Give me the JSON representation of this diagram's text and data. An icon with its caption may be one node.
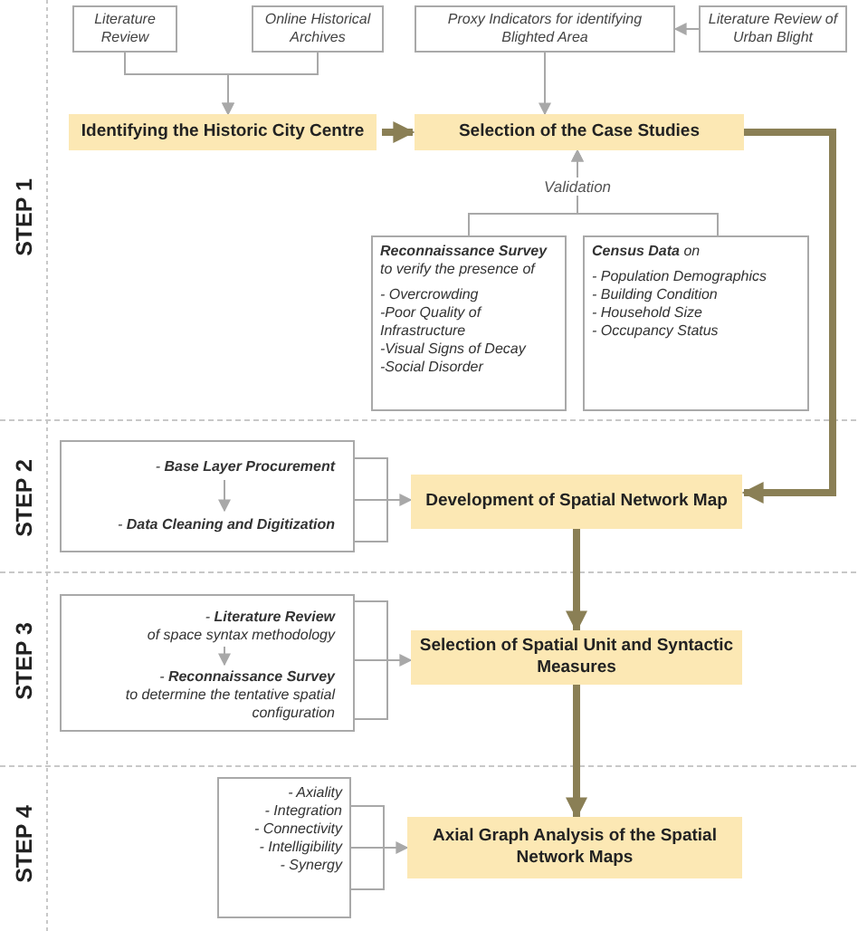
{
  "diagram": {
    "nodes": [
      {
        "text": [
          "Literature Review"
        ]
      },
      {
        "text": [
          "Online Historical Archives"
        ]
      },
      {
        "text": [
          "Proxy Indicators for identifying Blighted Area"
        ]
      },
      {
        "text": [
          "Literature Review of Urban Blight"
        ]
      },
      {
        "text": [
          "Identifying the Historic City Centre"
        ]
      },
      {
        "text": [
          "Selection of the Case Studies"
        ]
      },
      {
        "text": [
          "**Reconnaissance Survey** to verify the presence of",
          "- Overcrowding",
          "-Poor Quality of Infrastructure",
          "-Visual Signs of Decay",
          "-Social Disorder"
        ]
      },
      {
        "text": [
          "**Census Data** on",
          "- Population Demographics",
          "- Building Condition",
          "- Household Size",
          "- Occupancy Status"
        ]
      },
      {
        "text": [],
        "shape": "box"
      },
      {
        "text": [
          "- **Base Layer Procurement**"
        ],
        "in": 8
      },
      {
        "text": [
          "- **Data Cleaning and Digitization**"
        ],
        "in": 8
      },
      {
        "text": [
          "Development of Spatial Network Map"
        ]
      },
      {
        "text": [],
        "shape": "box"
      },
      {
        "text": [
          "- **Literature Review**",
          "of space syntax methodology"
        ],
        "in": 12
      },
      {
        "text": [
          "- **Reconnaissance Survey**",
          "to determine the tentative spatial configuration"
        ],
        "in": 12
      },
      {
        "text": [
          "Selection of Spatial Unit and Syntactic Measures"
        ]
      },
      {
        "text": [
          "- Axiality",
          "- Integration",
          "- Connectivity",
          "- Intelligibility",
          "- Synergy"
        ]
      },
      {
        "text": [
          "Axial Graph Analysis of the Spatial Network Maps"
        ]
      }
    ],
    "edges": [
      {
        "from": 0,
        "to": 4,
        "arrow": "to"
      },
      {
        "from": 1,
        "to": 4,
        "arrow": "to"
      },
      {
        "from": 3,
        "to": 2,
        "arrow": "to"
      },
      {
        "from": 2,
        "to": 5,
        "arrow": "to"
      },
      {
        "from": 4,
        "to": 5,
        "arrow": "to",
        "style": "thick",
        "color": "#8a7f55"
      },
      {
        "from": 6,
        "to": 5,
        "arrow": "to",
        "label": "Validation"
      },
      {
        "from": 7,
        "to": 5,
        "arrow": "to"
      },
      {
        "from": 5,
        "to": 11,
        "arrow": "to",
        "style": "thick",
        "color": "#8a7f55"
      },
      {
        "from": 9,
        "to": 10,
        "arrow": "to"
      },
      {
        "from": 8,
        "to": 11,
        "arrow": "to"
      },
      {
        "from": 11,
        "to": 15,
        "arrow": "to",
        "style": "thick",
        "color": "#8a7f55"
      },
      {
        "from": 13,
        "to": 14,
        "arrow": "to"
      },
      {
        "from": 12,
        "to": 15,
        "arrow": "to"
      },
      {
        "from": 15,
        "to": 17,
        "arrow": "to",
        "style": "thick",
        "color": "#8a7f55"
      },
      {
        "from": 16,
        "to": 17,
        "arrow": "to"
      }
    ],
    "labels": [
      "STEP 1",
      "STEP 2",
      "STEP 3",
      "STEP 4"
    ]
  }
}
